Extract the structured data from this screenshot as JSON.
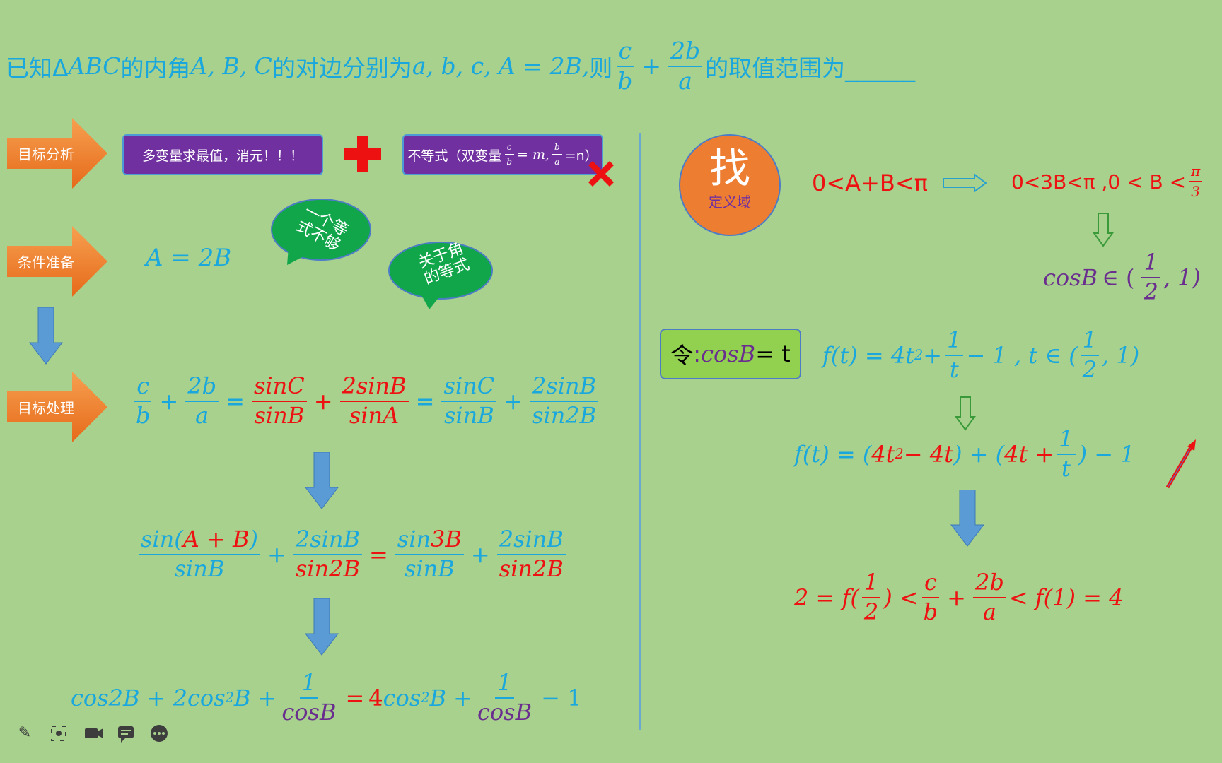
{
  "title": {
    "prefix": "已知Δ",
    "abc": "ABC",
    "mid1": "的内角",
    "angles": "A, B, C",
    "mid2": "的对边分别为",
    "sides": "a, b, c, A = 2B,",
    "mid3": "则",
    "frac1_num": "c",
    "frac1_den": "b",
    "plus": "+",
    "frac2_num": "2b",
    "frac2_den": "a",
    "suffix": "的取值范围为______"
  },
  "labels": {
    "target_analysis": "目标分析",
    "condition_prep": "条件准备",
    "target_process": "目标处理"
  },
  "boxes": {
    "multi_var": "多变量求最值，消元！！！",
    "inequality_pre": "不等式（双变量",
    "inequality_frac1_num": "c",
    "inequality_frac1_den": "b",
    "inequality_mid": "= m,",
    "inequality_frac2_num": "b",
    "inequality_frac2_den": "a",
    "inequality_post": "=n）"
  },
  "bubbles": {
    "one_equation": "一个等\n式不够",
    "about_angle": "关于角\n的等式"
  },
  "condition": "A = 2B",
  "find_circle": {
    "big": "找",
    "small": "定义域"
  },
  "domain": {
    "left": "0<A+B<π",
    "right_pre": "0<3B<π ,0 < B < ",
    "pi": "π",
    "three": "3"
  },
  "cos_range": {
    "lhs": "cosB",
    "in": "∈ (",
    "num": "1",
    "den": "2",
    "rhs": ", 1)"
  },
  "let_box": {
    "char": "令",
    "colon": ":",
    "expr": "cosB",
    "eq": "= t"
  },
  "ft_def": {
    "lhs": "f(t) = 4t",
    "sq": "2",
    "plus": " + ",
    "num": "1",
    "den": "t",
    "tail": " − 1 , t ∈ (",
    "half_num": "1",
    "half_den": "2",
    "end": ", 1)"
  },
  "ft_split": {
    "lhs": "f(t) = (",
    "red1": "4t",
    "sq": "2",
    "red2": " − 4t",
    "mid": ") + (",
    "red3": "4t +",
    "num": "1",
    "den": "t",
    "tail": ") − 1"
  },
  "final": {
    "a": "2 = f(",
    "half_num": "1",
    "half_den": "2",
    "b": ") <",
    "c_num": "c",
    "c_den": "b",
    "plus": "+",
    "d_num": "2b",
    "d_den": "a",
    "e": "< f(1) = 4"
  },
  "eq1": {
    "c": "c",
    "b": "b",
    "two_b": "2b",
    "a": "a",
    "sinC": "sinC",
    "sinB": "sinB",
    "two_sinB": "2sinB",
    "sinA": "sinA",
    "sin2B": "sin2B"
  },
  "eq2": {
    "sin_open": "sin(",
    "AB": "A + B",
    "close": ")",
    "sinB": "sinB",
    "two_sinB": "2sinB",
    "sin2B": "sin2B",
    "sin": "sin",
    "three_B": "3B"
  },
  "eq3": {
    "a": "cos2B + 2cos",
    "sq": "2",
    "b": "B +",
    "one": "1",
    "cosB": "cosB",
    "eq": "=",
    "four": "4",
    "c": "cos",
    "d": "B +",
    "tail": "− 1"
  },
  "toolbar": [
    "pencil-icon",
    "screenshot-icon",
    "camera-icon",
    "comment-icon",
    "more-icon"
  ],
  "colors": {
    "background": "#a7d18c",
    "blue": "#1aa7de",
    "red": "#ee1111",
    "purple": "#6a2e8f",
    "orange": "#ed7d31",
    "box_purple": "#7030a0",
    "arrow_blue": "#5b9bd5"
  }
}
